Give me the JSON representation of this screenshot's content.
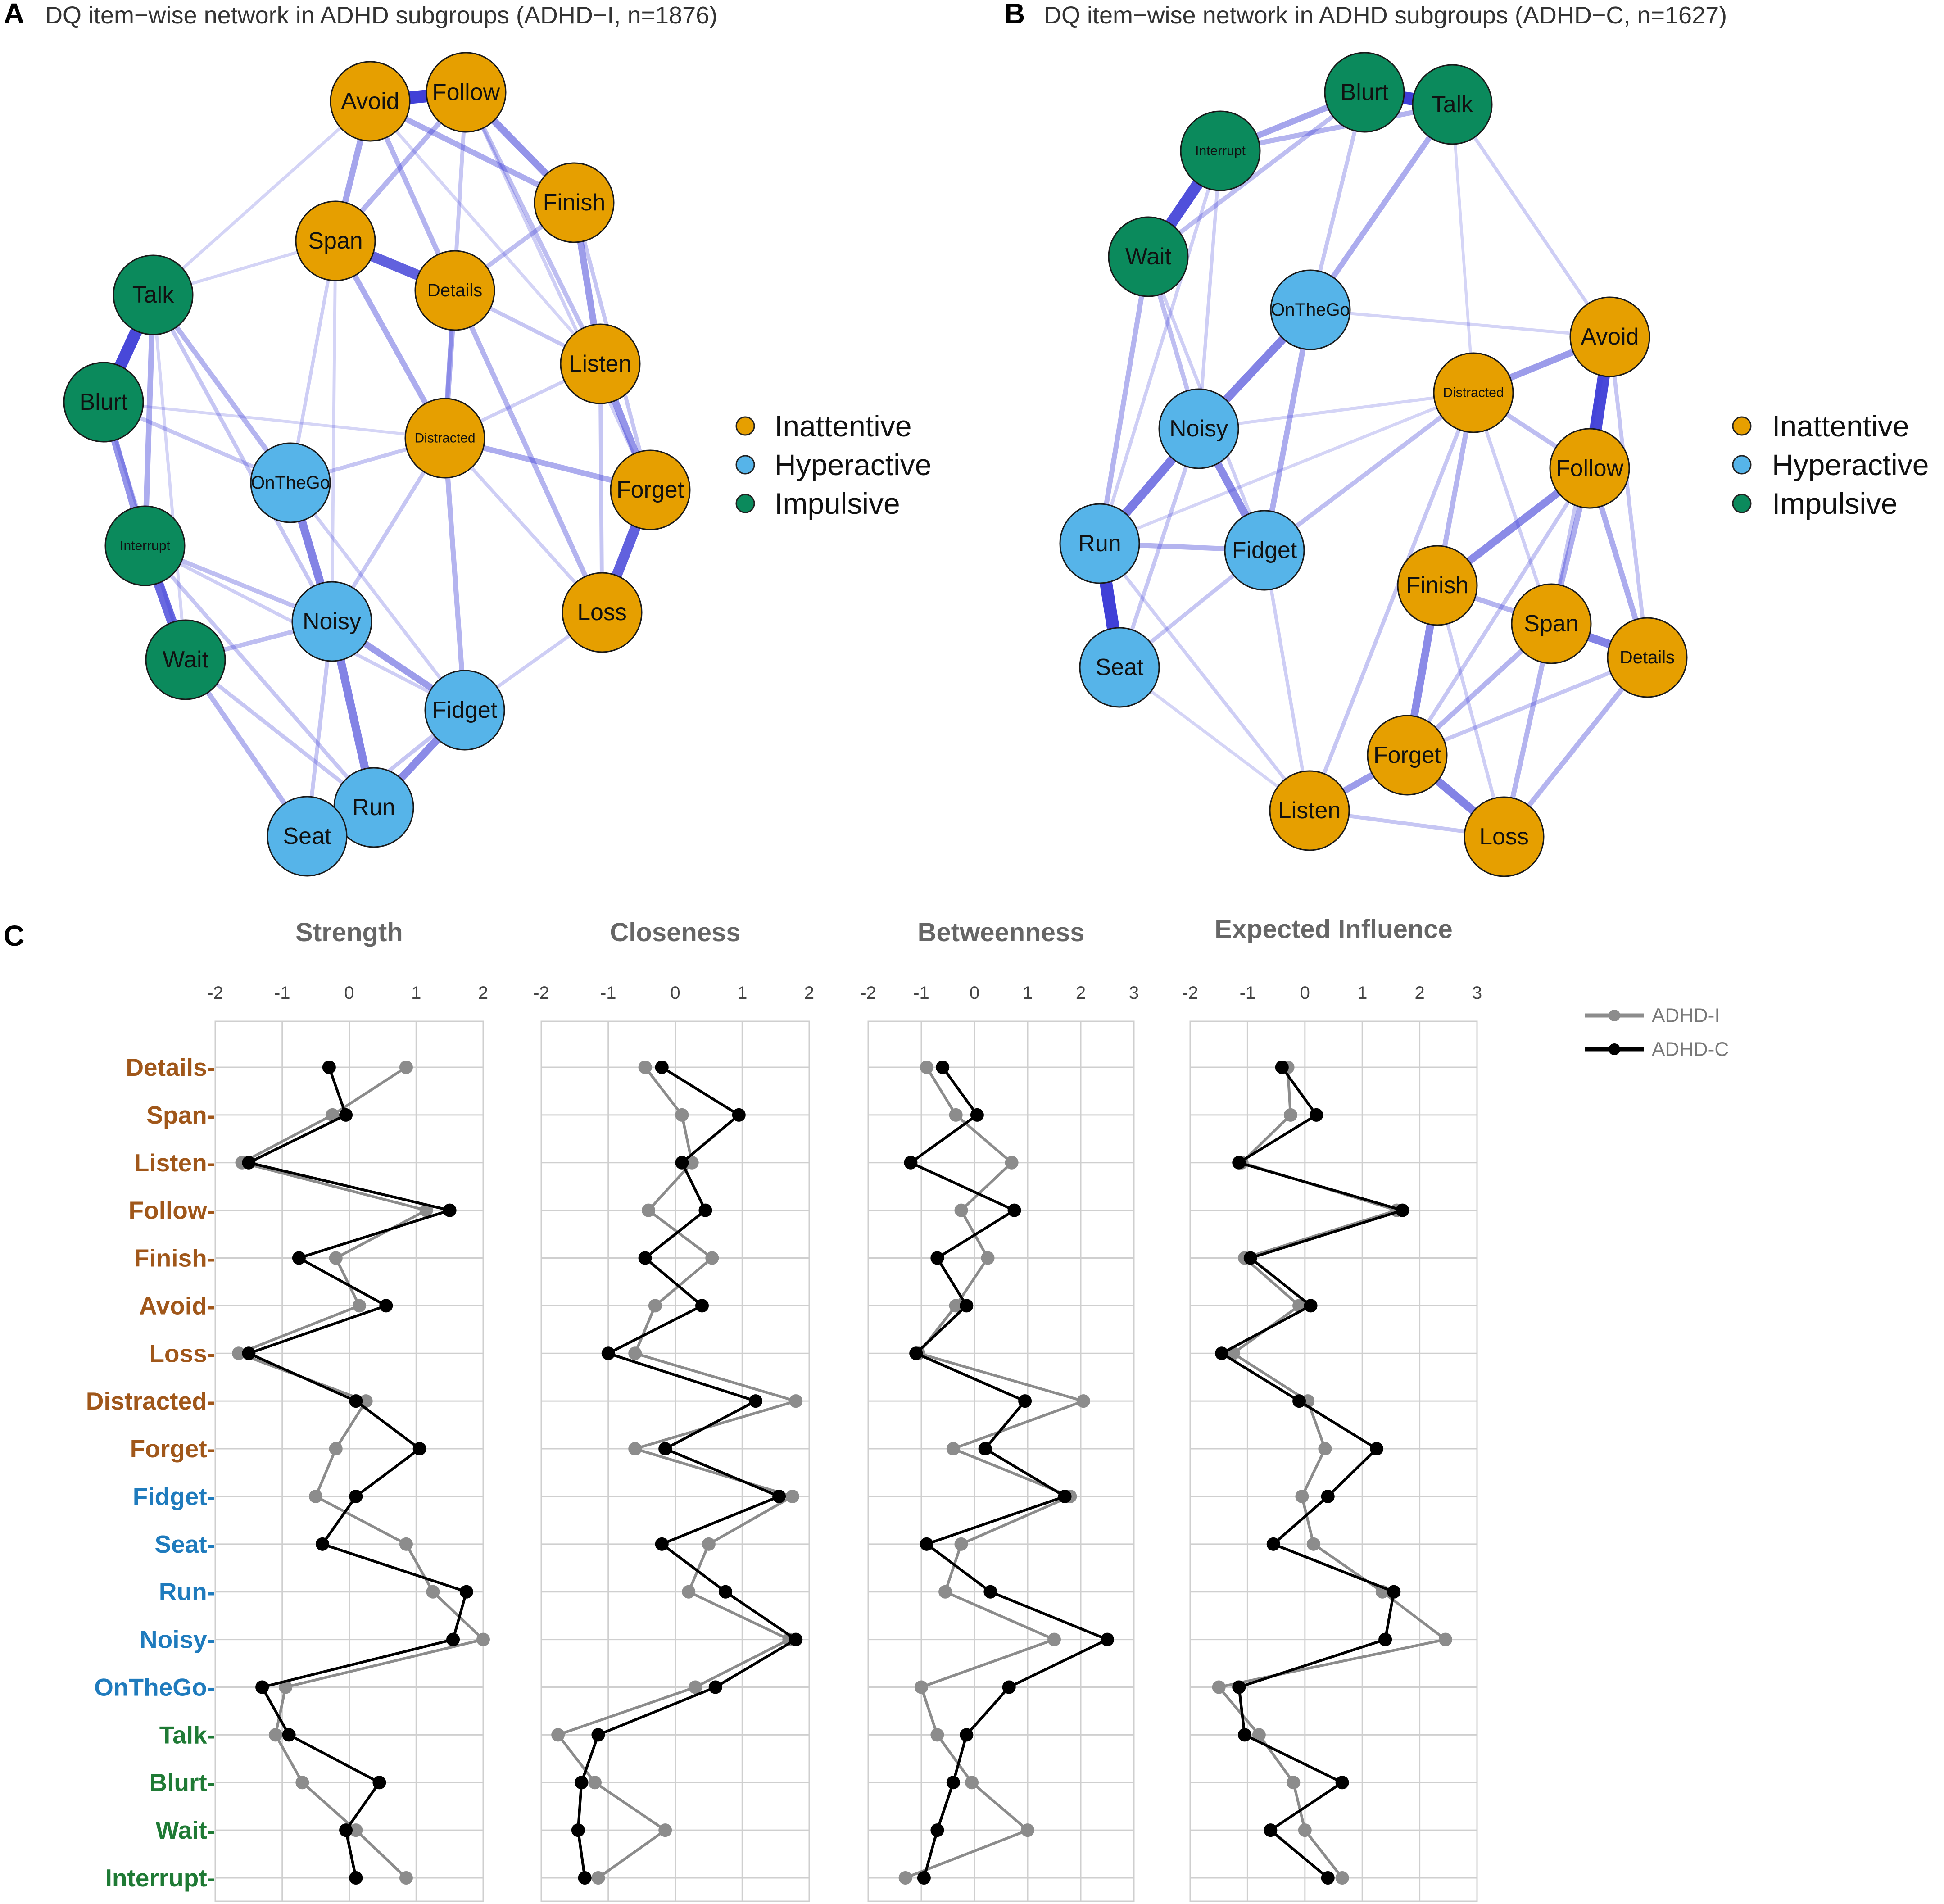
{
  "colors": {
    "inattentive": "#e69f00",
    "hyperactive": "#56b4e9",
    "impulsive": "#0b8a5c",
    "edge": "#3a3ad6",
    "label_inattentive": "#a0571a",
    "label_hyperactive": "#1f7bbd",
    "label_impulsive": "#1f7a35",
    "adhd_i": "#8c8c8c",
    "adhd_c": "#000000",
    "grid": "#cfcfcf"
  },
  "legend": {
    "inattentive": "Inattentive",
    "hyperactive": "Hyperactive",
    "impulsive": "Impulsive"
  },
  "panelA": {
    "letter": "A",
    "title": "DQ item−wise network in ADHD subgroups (ADHD−I, n=1876)",
    "nodes": [
      {
        "id": "Avoid",
        "group": "inattentive"
      },
      {
        "id": "Follow",
        "group": "inattentive"
      },
      {
        "id": "Finish",
        "group": "inattentive"
      },
      {
        "id": "Span",
        "group": "inattentive"
      },
      {
        "id": "Details",
        "group": "inattentive"
      },
      {
        "id": "Listen",
        "group": "inattentive"
      },
      {
        "id": "Distracted",
        "group": "inattentive"
      },
      {
        "id": "Forget",
        "group": "inattentive"
      },
      {
        "id": "Loss",
        "group": "inattentive"
      },
      {
        "id": "Talk",
        "group": "impulsive"
      },
      {
        "id": "Blurt",
        "group": "impulsive"
      },
      {
        "id": "Interrupt",
        "group": "impulsive"
      },
      {
        "id": "Wait",
        "group": "impulsive"
      },
      {
        "id": "OnTheGo",
        "group": "hyperactive"
      },
      {
        "id": "Noisy",
        "group": "hyperactive"
      },
      {
        "id": "Fidget",
        "group": "hyperactive"
      },
      {
        "id": "Run",
        "group": "hyperactive"
      },
      {
        "id": "Seat",
        "group": "hyperactive"
      }
    ],
    "edges": [
      [
        "Avoid",
        "Follow",
        1.0
      ],
      [
        "Span",
        "Details",
        0.8
      ],
      [
        "Talk",
        "Blurt",
        0.95
      ],
      [
        "Interrupt",
        "Wait",
        0.75
      ],
      [
        "Forget",
        "Loss",
        0.8
      ],
      [
        "Seat",
        "Run",
        0.85
      ],
      [
        "OnTheGo",
        "Noisy",
        0.6
      ],
      [
        "Noisy",
        "Run",
        0.6
      ],
      [
        "Finish",
        "Listen",
        0.45
      ],
      [
        "Listen",
        "Forget",
        0.5
      ],
      [
        "Follow",
        "Finish",
        0.5
      ],
      [
        "Avoid",
        "Span",
        0.4
      ],
      [
        "Blurt",
        "Interrupt",
        0.5
      ],
      [
        "Talk",
        "Interrupt",
        0.35
      ],
      [
        "Run",
        "Fidget",
        0.55
      ],
      [
        "Noisy",
        "Fidget",
        0.45
      ],
      [
        "Details",
        "Distracted",
        0.35
      ],
      [
        "Avoid",
        "Finish",
        0.35
      ],
      [
        "Follow",
        "Span",
        0.3
      ],
      [
        "Avoid",
        "Details",
        0.3
      ],
      [
        "Span",
        "Distracted",
        0.35
      ],
      [
        "Distracted",
        "Forget",
        0.35
      ],
      [
        "Details",
        "Loss",
        0.3
      ],
      [
        "Follow",
        "Listen",
        0.25
      ],
      [
        "Wait",
        "Seat",
        0.3
      ],
      [
        "Interrupt",
        "Noisy",
        0.25
      ],
      [
        "Talk",
        "OnTheGo",
        0.3
      ],
      [
        "Wait",
        "Noisy",
        0.25
      ],
      [
        "Distracted",
        "Fidget",
        0.3
      ],
      [
        "Distracted",
        "OnTheGo",
        0.2
      ],
      [
        "Finish",
        "Details",
        0.25
      ],
      [
        "Follow",
        "Distracted",
        0.2
      ],
      [
        "Listen",
        "Loss",
        0.2
      ],
      [
        "Talk",
        "Noisy",
        0.2
      ],
      [
        "Blurt",
        "OnTheGo",
        0.2
      ],
      [
        "Fidget",
        "Loss",
        0.15
      ],
      [
        "Interrupt",
        "Run",
        0.2
      ],
      [
        "Wait",
        "Run",
        0.2
      ],
      [
        "Seat",
        "Fidget",
        0.2
      ],
      [
        "Details",
        "Listen",
        0.2
      ],
      [
        "Finish",
        "Forget",
        0.2
      ],
      [
        "Distracted",
        "Noisy",
        0.2
      ],
      [
        "Span",
        "OnTheGo",
        0.15
      ],
      [
        "Avoid",
        "Talk",
        0.12
      ],
      [
        "Blurt",
        "Wait",
        0.15
      ],
      [
        "Talk",
        "Span",
        0.12
      ],
      [
        "OnTheGo",
        "Fidget",
        0.15
      ],
      [
        "Distracted",
        "Listen",
        0.15
      ],
      [
        "Distracted",
        "Loss",
        0.15
      ],
      [
        "Noisy",
        "Seat",
        0.2
      ],
      [
        "Interrupt",
        "Fidget",
        0.15
      ],
      [
        "Talk",
        "Wait",
        0.12
      ],
      [
        "Blurt",
        "Distracted",
        0.1
      ],
      [
        "Avoid",
        "Listen",
        0.12
      ],
      [
        "Span",
        "Noisy",
        0.12
      ],
      [
        "Follow",
        "Forget",
        0.15
      ]
    ]
  },
  "panelB": {
    "letter": "B",
    "title": "DQ item−wise network in ADHD subgroups (ADHD−C, n=1627)",
    "nodes": [
      {
        "id": "Blurt",
        "group": "impulsive"
      },
      {
        "id": "Talk",
        "group": "impulsive"
      },
      {
        "id": "Interrupt",
        "group": "impulsive"
      },
      {
        "id": "Wait",
        "group": "impulsive"
      },
      {
        "id": "OnTheGo",
        "group": "hyperactive"
      },
      {
        "id": "Noisy",
        "group": "hyperactive"
      },
      {
        "id": "Run",
        "group": "hyperactive"
      },
      {
        "id": "Fidget",
        "group": "hyperactive"
      },
      {
        "id": "Seat",
        "group": "hyperactive"
      },
      {
        "id": "Avoid",
        "group": "inattentive"
      },
      {
        "id": "Distracted",
        "group": "inattentive"
      },
      {
        "id": "Follow",
        "group": "inattentive"
      },
      {
        "id": "Finish",
        "group": "inattentive"
      },
      {
        "id": "Span",
        "group": "inattentive"
      },
      {
        "id": "Details",
        "group": "inattentive"
      },
      {
        "id": "Forget",
        "group": "inattentive"
      },
      {
        "id": "Listen",
        "group": "inattentive"
      },
      {
        "id": "Loss",
        "group": "inattentive"
      }
    ],
    "edges": [
      [
        "Blurt",
        "Talk",
        1.0
      ],
      [
        "Interrupt",
        "Wait",
        0.9
      ],
      [
        "Run",
        "Seat",
        1.0
      ],
      [
        "Avoid",
        "Follow",
        0.95
      ],
      [
        "Noisy",
        "Run",
        0.65
      ],
      [
        "OnTheGo",
        "Noisy",
        0.6
      ],
      [
        "Noisy",
        "Fidget",
        0.55
      ],
      [
        "Span",
        "Details",
        0.6
      ],
      [
        "Forget",
        "Loss",
        0.6
      ],
      [
        "Follow",
        "Finish",
        0.55
      ],
      [
        "Finish",
        "Forget",
        0.55
      ],
      [
        "Listen",
        "Forget",
        0.45
      ],
      [
        "Distracted",
        "Avoid",
        0.45
      ],
      [
        "Blurt",
        "Interrupt",
        0.4
      ],
      [
        "Talk",
        "OnTheGo",
        0.35
      ],
      [
        "Wait",
        "Run",
        0.3
      ],
      [
        "OnTheGo",
        "Fidget",
        0.35
      ],
      [
        "Distracted",
        "Finish",
        0.3
      ],
      [
        "Follow",
        "Span",
        0.35
      ],
      [
        "Follow",
        "Details",
        0.35
      ],
      [
        "Finish",
        "Span",
        0.3
      ],
      [
        "Span",
        "Loss",
        0.3
      ],
      [
        "Details",
        "Loss",
        0.3
      ],
      [
        "Forget",
        "Span",
        0.3
      ],
      [
        "Wait",
        "Noisy",
        0.25
      ],
      [
        "Run",
        "Fidget",
        0.3
      ],
      [
        "Seat",
        "Noisy",
        0.2
      ],
      [
        "Blurt",
        "Wait",
        0.25
      ],
      [
        "Interrupt",
        "Talk",
        0.3
      ],
      [
        "Distracted",
        "Follow",
        0.25
      ],
      [
        "Avoid",
        "Span",
        0.2
      ],
      [
        "Distracted",
        "Listen",
        0.2
      ],
      [
        "Follow",
        "Forget",
        0.2
      ],
      [
        "Fidget",
        "Distracted",
        0.25
      ],
      [
        "Talk",
        "Avoid",
        0.15
      ],
      [
        "Blurt",
        "OnTheGo",
        0.2
      ],
      [
        "Wait",
        "Fidget",
        0.15
      ],
      [
        "Seat",
        "Fidget",
        0.2
      ],
      [
        "Run",
        "Listen",
        0.15
      ],
      [
        "Fidget",
        "Listen",
        0.15
      ],
      [
        "Details",
        "Forget",
        0.2
      ],
      [
        "Listen",
        "Loss",
        0.2
      ],
      [
        "Avoid",
        "Details",
        0.2
      ],
      [
        "Interrupt",
        "Noisy",
        0.15
      ],
      [
        "Seat",
        "Listen",
        0.12
      ],
      [
        "OnTheGo",
        "Avoid",
        0.12
      ],
      [
        "Noisy",
        "Distracted",
        0.12
      ],
      [
        "Run",
        "Distracted",
        0.12
      ],
      [
        "Interrupt",
        "Run",
        0.15
      ],
      [
        "Finish",
        "Loss",
        0.15
      ],
      [
        "Distracted",
        "Span",
        0.15
      ],
      [
        "Talk",
        "Distracted",
        0.1
      ]
    ]
  },
  "panelC": {
    "letter": "C",
    "chart_data": {
      "type": "line",
      "items": [
        "Details",
        "Span",
        "Listen",
        "Follow",
        "Finish",
        "Avoid",
        "Loss",
        "Distracted",
        "Forget",
        "Fidget",
        "Seat",
        "Run",
        "Noisy",
        "OnTheGo",
        "Talk",
        "Blurt",
        "Wait",
        "Interrupt"
      ],
      "item_groups": [
        "inattentive",
        "inattentive",
        "inattentive",
        "inattentive",
        "inattentive",
        "inattentive",
        "inattentive",
        "inattentive",
        "inattentive",
        "hyperactive",
        "hyperactive",
        "hyperactive",
        "hyperactive",
        "hyperactive",
        "impulsive",
        "impulsive",
        "impulsive",
        "impulsive"
      ],
      "series_names": [
        "ADHD-I",
        "ADHD-C"
      ],
      "panels": [
        {
          "title": "Strength",
          "xlim": [
            -2,
            2
          ],
          "ticks": [
            -2,
            -1,
            0,
            1,
            2
          ],
          "series": [
            {
              "name": "ADHD-I",
              "values": [
                0.85,
                -0.25,
                -1.6,
                1.15,
                -0.2,
                0.15,
                -1.65,
                0.25,
                -0.2,
                -0.5,
                0.85,
                1.25,
                2.0,
                -0.95,
                -1.1,
                -0.7,
                0.1,
                0.85
              ]
            },
            {
              "name": "ADHD-C",
              "values": [
                -0.3,
                -0.05,
                -1.5,
                1.5,
                -0.75,
                0.55,
                -1.5,
                0.1,
                1.05,
                0.1,
                -0.4,
                1.75,
                1.55,
                -1.3,
                -0.9,
                0.45,
                -0.05,
                0.1
              ]
            }
          ]
        },
        {
          "title": "Closeness",
          "xlim": [
            -2,
            2
          ],
          "ticks": [
            -2,
            -1,
            0,
            1,
            2
          ],
          "series": [
            {
              "name": "ADHD-I",
              "values": [
                -0.45,
                0.1,
                0.25,
                -0.4,
                0.55,
                -0.3,
                -0.6,
                1.8,
                -0.6,
                1.75,
                0.5,
                0.2,
                1.7,
                0.3,
                -1.75,
                -1.2,
                -0.15,
                -1.15
              ]
            },
            {
              "name": "ADHD-C",
              "values": [
                -0.2,
                0.95,
                0.1,
                0.45,
                -0.45,
                0.4,
                -1.0,
                1.2,
                -0.15,
                1.55,
                -0.2,
                0.75,
                1.8,
                0.6,
                -1.15,
                -1.4,
                -1.45,
                -1.35
              ]
            }
          ]
        },
        {
          "title": "Betweenness",
          "xlim": [
            -2,
            3
          ],
          "ticks": [
            -2,
            -1,
            0,
            1,
            2,
            3
          ],
          "series": [
            {
              "name": "ADHD-I",
              "values": [
                -0.9,
                -0.35,
                0.7,
                -0.25,
                0.25,
                -0.35,
                -1.05,
                2.05,
                -0.4,
                1.8,
                -0.25,
                -0.55,
                1.5,
                -1.0,
                -0.7,
                -0.05,
                1.0,
                -1.3
              ]
            },
            {
              "name": "ADHD-C",
              "values": [
                -0.6,
                0.05,
                -1.2,
                0.75,
                -0.7,
                -0.15,
                -1.1,
                0.95,
                0.2,
                1.7,
                -0.9,
                0.3,
                2.5,
                0.65,
                -0.15,
                -0.4,
                -0.7,
                -0.95
              ]
            }
          ]
        },
        {
          "title": "Expected Influence",
          "xlim": [
            -2,
            3
          ],
          "ticks": [
            -2,
            -1,
            0,
            1,
            2,
            3
          ],
          "series": [
            {
              "name": "ADHD-I",
              "values": [
                -0.3,
                -0.25,
                -1.1,
                1.6,
                -1.05,
                -0.1,
                -1.25,
                0.05,
                0.35,
                -0.05,
                0.15,
                1.35,
                2.45,
                -1.5,
                -0.8,
                -0.2,
                0.0,
                0.65
              ]
            },
            {
              "name": "ADHD-C",
              "values": [
                -0.4,
                0.2,
                -1.15,
                1.7,
                -0.95,
                0.1,
                -1.45,
                -0.1,
                1.25,
                0.4,
                -0.55,
                1.55,
                1.4,
                -1.15,
                -1.05,
                0.65,
                -0.6,
                0.4
              ]
            }
          ]
        }
      ]
    }
  }
}
